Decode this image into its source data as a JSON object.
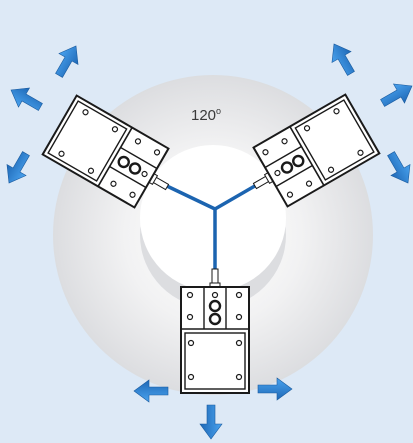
{
  "diagram": {
    "angle_label": {
      "value": "120",
      "unit": "o"
    },
    "unit_count": 3,
    "colors": {
      "background": "#dde9f6",
      "fiber": "#1c64b0",
      "arrow": "#2a7fd0",
      "device_fill": "#ffffff",
      "device_stroke": "#1a1a1a"
    }
  }
}
